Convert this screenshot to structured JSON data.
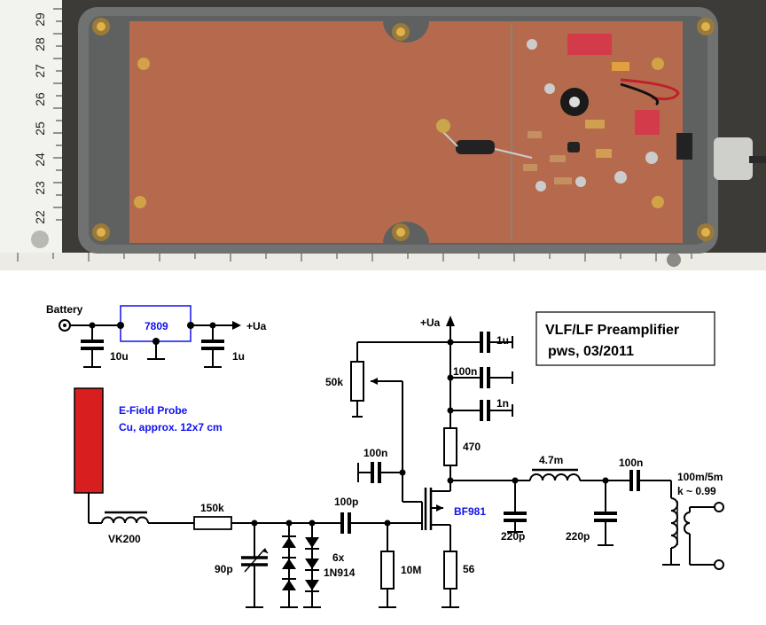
{
  "photo": {
    "ruler_left_numbers": [
      "29",
      "28",
      "27",
      "26",
      "25",
      "24",
      "23",
      "22"
    ]
  },
  "schematic": {
    "title_line1": "VLF/LF Preamplifier",
    "title_line2": "pws, 03/2011",
    "battery": "Battery",
    "regulator": "7809",
    "ua_supply": "+Ua",
    "ua_rail": "+Ua",
    "c_10u": "10u",
    "c_1u_reg": "1u",
    "probe_line1": "E-Field Probe",
    "probe_line2": "Cu, approx. 12x7 cm",
    "vk200": "VK200",
    "r_150k": "150k",
    "c_90p": "90p",
    "diodes_line1": "6x",
    "diodes_line2": "1N914",
    "c_100p": "100p",
    "r_10M": "10M",
    "pot_50k": "50k",
    "c_100n_gate": "100n",
    "c_1u_rail": "1u",
    "c_100n_rail": "100n",
    "c_1n_rail": "1n",
    "r_470": "470",
    "fet": "BF981",
    "r_56": "56",
    "l_4m7": "4.7m",
    "c_220p_a": "220p",
    "c_220p_b": "220p",
    "c_100n_out": "100n",
    "transformer_line1": "100m/5m",
    "transformer_line2": "k ~ 0.99"
  }
}
